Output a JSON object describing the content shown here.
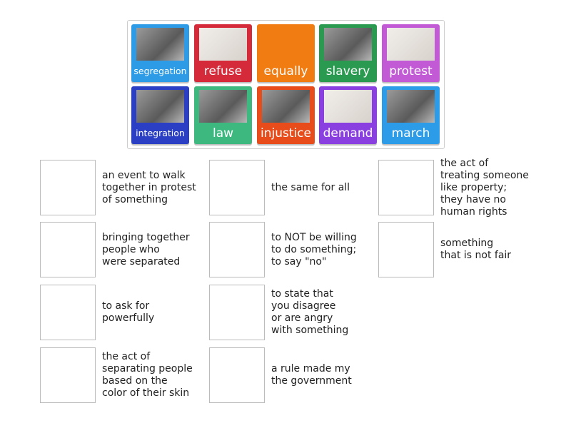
{
  "tiles": [
    {
      "label": "segregation",
      "color": "#2e9be6"
    },
    {
      "label": "refuse",
      "color": "#d42a3a"
    },
    {
      "label": "equally",
      "color": "#f07c12"
    },
    {
      "label": "slavery",
      "color": "#2a9a50"
    },
    {
      "label": "protest",
      "color": "#c25ad6"
    },
    {
      "label": "integration",
      "color": "#2a3fc4"
    },
    {
      "label": "law",
      "color": "#3db87f"
    },
    {
      "label": "injustice",
      "color": "#e84c1a"
    },
    {
      "label": "demand",
      "color": "#8a3fe0"
    },
    {
      "label": "march",
      "color": "#2c9be8"
    }
  ],
  "definitions": [
    "an event to walk\ntogether in protest\nof something",
    "bringing together\npeople who\nwere separated",
    "to ask for\npowerfully",
    "the act of\nseparating people\nbased on the\ncolor of their skin",
    "the same for all",
    "to NOT be willing\nto do something;\nto say \"no\"",
    "to state that\nyou disagree\nor are angry\nwith something",
    "a rule made my\nthe government",
    "the act of\ntreating someone\nlike property;\nthey have no\nhuman rights",
    "something\nthat is not fair"
  ]
}
